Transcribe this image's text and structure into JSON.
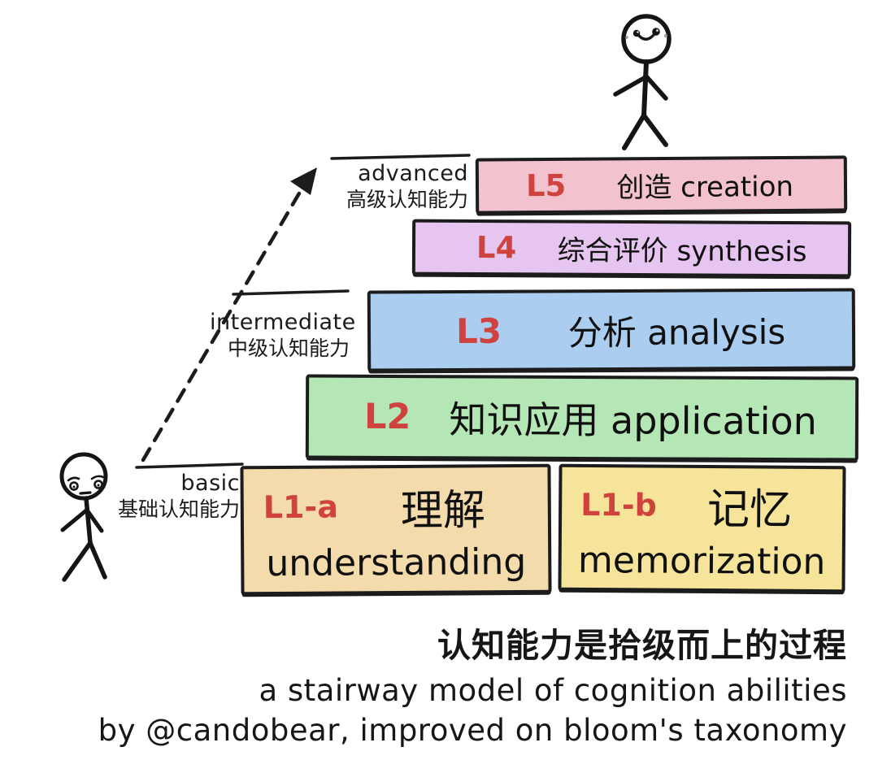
{
  "palette": {
    "ink": "#1c1c1c",
    "accent_red": "#cf423e",
    "background": "#ffffff",
    "l5_pink": "#f2c3ce",
    "l4_purple": "#e6c6f1",
    "l3_blue": "#aacdf0",
    "l2_green": "#b5e6b5",
    "l1a_tan": "#f4dbac",
    "l1b_yellow": "#f5e49a"
  },
  "levels": [
    {
      "code": "L5",
      "title": "创造 creation",
      "color": "#f2c3ce"
    },
    {
      "code": "L4",
      "title": "综合评价 synthesis",
      "color": "#e6c6f1"
    },
    {
      "code": "L3",
      "title": "分析 analysis",
      "color": "#aacdf0"
    },
    {
      "code": "L2",
      "title": "知识应用 application",
      "color": "#b5e6b5"
    },
    {
      "code": "L1-a",
      "title_cn": "理解",
      "title_en": "understanding",
      "color": "#f4dbac"
    },
    {
      "code": "L1-b",
      "title_cn": "记忆",
      "title_en": "memorization",
      "color": "#f5e49a"
    }
  ],
  "tiers": [
    {
      "label_en": "advanced",
      "label_cn": "高级认知能力"
    },
    {
      "label_en": "intermediate",
      "label_cn": "中级认知能力"
    },
    {
      "label_en": "basic",
      "label_cn": "基础认知能力"
    }
  ],
  "caption": {
    "line1": "认知能力是拾级而上的过程",
    "line2": "a stairway model of cognition abilities",
    "line3": "by @candobear, improved on bloom's taxonomy"
  }
}
